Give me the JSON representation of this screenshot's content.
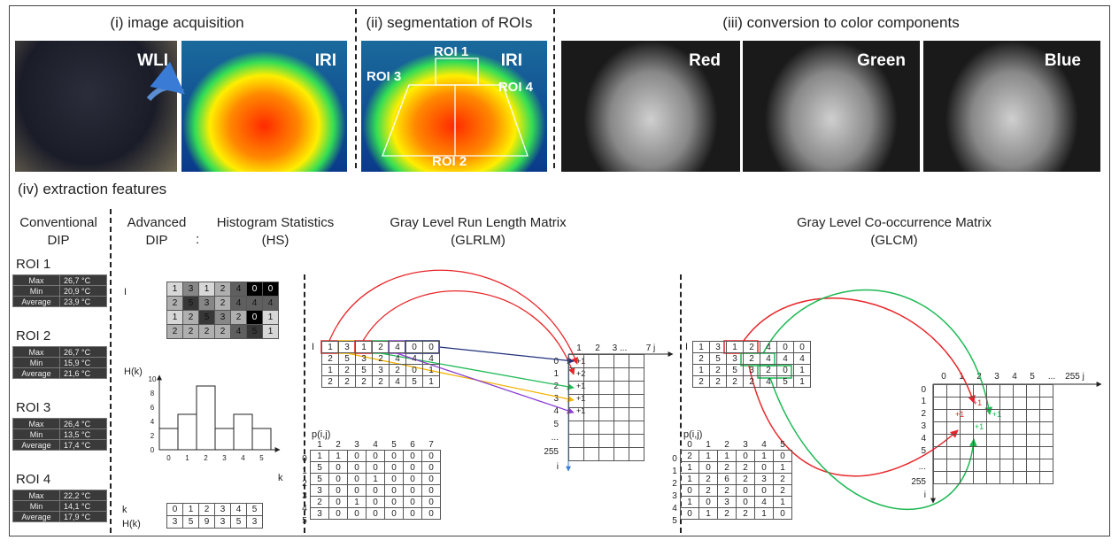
{
  "titles": {
    "acq": "(i) image acquisition",
    "seg": "(ii) segmentation of ROIs",
    "conv": "(iii) conversion to color components",
    "ext": "(iv) extraction features"
  },
  "image_labels": {
    "wli": "WLI",
    "iri1": "IRI",
    "iri2": "IRI",
    "red": "Red",
    "green": "Green",
    "blue": "Blue"
  },
  "roi_labels": {
    "roi1": "ROI 1",
    "roi2": "ROI 2",
    "roi3": "ROI 3",
    "roi4": "ROI 4"
  },
  "headers": {
    "conv1": "Conventional",
    "conv2": "DIP",
    "adv1": "Advanced",
    "adv2": "DIP",
    "colon": ":",
    "hs1": "Histogram Statistics",
    "hs2": "(HS)",
    "glrlm1": "Gray Level Run Length Matrix",
    "glrlm2": "(GLRLM)",
    "glcm1": "Gray Level Co-occurrence Matrix",
    "glcm2": "(GLCM)"
  },
  "roi_tables": [
    {
      "name": "ROI 1",
      "max": "26,7 °C",
      "min": "20,9 °C",
      "avg": "23,9 °C"
    },
    {
      "name": "ROI 2",
      "max": "26,7 °C",
      "min": "15,9 °C",
      "avg": "21,6 °C"
    },
    {
      "name": "ROI 3",
      "max": "26,4 °C",
      "min": "13,5 °C",
      "avg": "17,4 °C"
    },
    {
      "name": "ROI 4",
      "max": "22,2 °C",
      "min": "14,1 °C",
      "avg": "17,9 °C"
    }
  ],
  "roi_row_labels": {
    "max": "Max",
    "min": "Min",
    "avg": "Average"
  },
  "matrix_I": [
    [
      1,
      3,
      1,
      2,
      4,
      0,
      0
    ],
    [
      2,
      5,
      3,
      2,
      4,
      4,
      4
    ],
    [
      1,
      2,
      5,
      3,
      2,
      0,
      1
    ],
    [
      2,
      2,
      2,
      2,
      4,
      5,
      1
    ]
  ],
  "matrix_I_label": "I",
  "hist_labels": {
    "hk": "H(k)",
    "k": "k"
  },
  "chart_data": {
    "type": "bar",
    "categories": [
      "0",
      "1",
      "2",
      "3",
      "4",
      "5"
    ],
    "values": [
      3,
      5,
      9,
      3,
      5,
      3
    ],
    "ylabel": "H(k)",
    "xlabel": "k",
    "ylim": [
      0,
      10
    ],
    "yticks": [
      "0",
      "2",
      "4",
      "6",
      "8",
      "10"
    ]
  },
  "hist_table": {
    "k": [
      "0",
      "1",
      "2",
      "3",
      "4",
      "5"
    ],
    "hk": [
      "3",
      "5",
      "9",
      "3",
      "5",
      "3"
    ]
  },
  "glrlm": {
    "axis_j": [
      "1",
      "2",
      "3 ...",
      "7 j"
    ],
    "axis_i": [
      "0",
      "1",
      "2",
      "3",
      "4",
      "5",
      "...",
      "255",
      "i"
    ],
    "marks": [
      "+1",
      "+2",
      "+1",
      "+1",
      "+1"
    ],
    "p_label": "p(i,j)",
    "p_cols": [
      "1",
      "2",
      "3",
      "4",
      "5",
      "6",
      "7"
    ],
    "p_rows": [
      "0",
      "1",
      "2",
      "3",
      "4",
      "5"
    ],
    "p": [
      [
        1,
        1,
        0,
        0,
        0,
        0,
        0
      ],
      [
        5,
        0,
        0,
        0,
        0,
        0,
        0
      ],
      [
        5,
        0,
        0,
        1,
        0,
        0,
        0
      ],
      [
        3,
        0,
        0,
        0,
        0,
        0,
        0
      ],
      [
        2,
        0,
        1,
        0,
        0,
        0,
        0
      ],
      [
        3,
        0,
        0,
        0,
        0,
        0,
        0
      ]
    ]
  },
  "glcm": {
    "axis_j": [
      "0",
      "1",
      "2",
      "3",
      "4",
      "5",
      "...",
      "255 j"
    ],
    "axis_i": [
      "0",
      "1",
      "2",
      "3",
      "4",
      "5",
      "...",
      "255",
      "i"
    ],
    "marks": [
      "+1",
      "+1",
      "+1",
      "+1"
    ],
    "p_label": "p(i,j)",
    "p_cols": [
      "0",
      "1",
      "2",
      "3",
      "4",
      "5"
    ],
    "p_rows": [
      "0",
      "1",
      "2",
      "3",
      "4",
      "5"
    ],
    "p": [
      [
        2,
        1,
        1,
        0,
        1,
        0
      ],
      [
        1,
        0,
        2,
        2,
        0,
        1
      ],
      [
        1,
        2,
        6,
        2,
        3,
        2
      ],
      [
        0,
        2,
        2,
        0,
        0,
        2
      ],
      [
        1,
        0,
        3,
        0,
        4,
        1
      ],
      [
        0,
        1,
        2,
        2,
        1,
        0
      ]
    ]
  },
  "colors": {
    "red": "#e8262a",
    "green": "#1db954",
    "yellow": "#f2b200",
    "purple": "#8a3fd1",
    "navy": "#1f2f7a"
  }
}
